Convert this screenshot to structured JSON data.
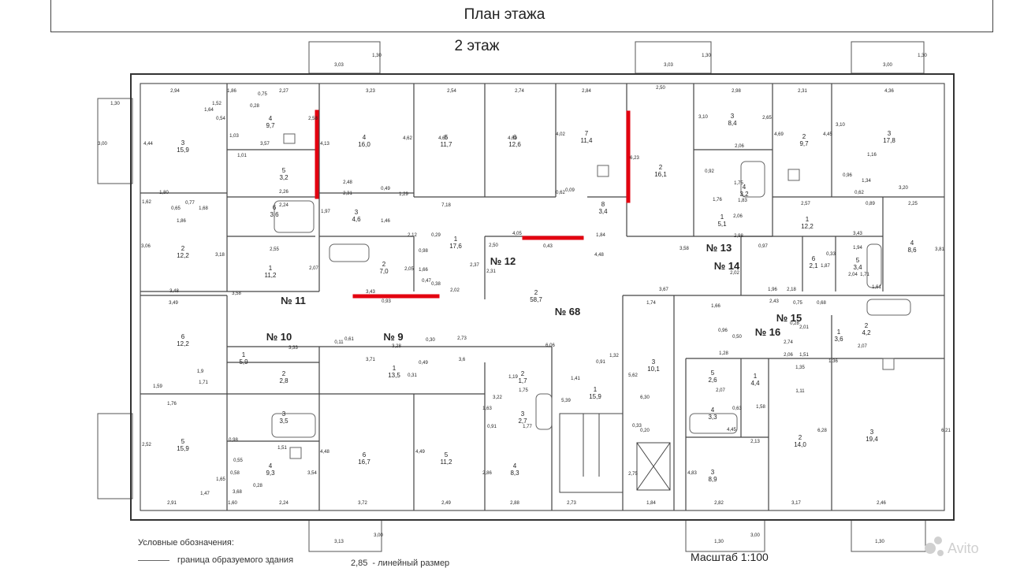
{
  "header": {
    "title": "План этажа"
  },
  "floor_label": "2 этаж",
  "apartments": [
    {
      "label": "№ 11"
    },
    {
      "label": "№ 12"
    },
    {
      "label": "№ 13"
    },
    {
      "label": "№ 14"
    },
    {
      "label": "№ 10"
    },
    {
      "label": "№ 9"
    },
    {
      "label": "№ 68"
    },
    {
      "label": "№ 15"
    },
    {
      "label": "№ 16"
    }
  ],
  "rooms": [
    {
      "num": "3",
      "area": "15,9"
    },
    {
      "num": "4",
      "area": "9,7"
    },
    {
      "num": "5",
      "area": "3,2"
    },
    {
      "num": "6",
      "area": "3,6"
    },
    {
      "num": "2",
      "area": "12,2"
    },
    {
      "num": "1",
      "area": "11,2"
    },
    {
      "num": "4",
      "area": "16,0"
    },
    {
      "num": "3",
      "area": "4,6"
    },
    {
      "num": "2",
      "area": "7,0"
    },
    {
      "num": "5",
      "area": "11,7"
    },
    {
      "num": "6",
      "area": "12,6"
    },
    {
      "num": "1",
      "area": "17,6"
    },
    {
      "num": "7",
      "area": "11,4"
    },
    {
      "num": "8",
      "area": "3,4"
    },
    {
      "num": "2",
      "area": "16,1"
    },
    {
      "num": "3",
      "area": "8,4"
    },
    {
      "num": "4",
      "area": "3,2"
    },
    {
      "num": "1",
      "area": "5,1"
    },
    {
      "num": "2",
      "area": "9,7"
    },
    {
      "num": "3",
      "area": "17,8"
    },
    {
      "num": "1",
      "area": "12,2"
    },
    {
      "num": "4",
      "area": "8,6"
    },
    {
      "num": "6",
      "area": "2,1"
    },
    {
      "num": "5",
      "area": "3,4"
    },
    {
      "num": "2",
      "area": "58,7"
    },
    {
      "num": "6",
      "area": "12,2"
    },
    {
      "num": "1",
      "area": "5,9"
    },
    {
      "num": "2",
      "area": "2,8"
    },
    {
      "num": "3",
      "area": "3,5"
    },
    {
      "num": "5",
      "area": "15,9"
    },
    {
      "num": "4",
      "area": "9,3"
    },
    {
      "num": "1",
      "area": "13,5"
    },
    {
      "num": "6",
      "area": "16,7"
    },
    {
      "num": "5",
      "area": "11,2"
    },
    {
      "num": "2",
      "area": "1,7"
    },
    {
      "num": "3",
      "area": "2,7"
    },
    {
      "num": "4",
      "area": "8,3"
    },
    {
      "num": "1",
      "area": "15,9"
    },
    {
      "num": "3",
      "area": "10,1"
    },
    {
      "num": "5",
      "area": "2,6"
    },
    {
      "num": "4",
      "area": "3,3"
    },
    {
      "num": "3",
      "area": "8,9"
    },
    {
      "num": "1",
      "area": "4,4"
    },
    {
      "num": "2",
      "area": "14,0"
    },
    {
      "num": "1",
      "area": "3,6"
    },
    {
      "num": "2",
      "area": "4,2"
    },
    {
      "num": "3",
      "area": "19,4"
    }
  ],
  "dims": [
    "3,03",
    "1,30",
    "3,03",
    "1,30",
    "3,00",
    "1,30",
    "1,30",
    "3,00",
    "2,94",
    "1,86",
    "2,27",
    "3,23",
    "2,54",
    "2,74",
    "2,84",
    "2,50",
    "2,98",
    "2,31",
    "4,36",
    "4,44",
    "1,64",
    "1,52",
    "0,54",
    "0,75",
    "0,28",
    "3,57",
    "1,03",
    "1,01",
    "2,26",
    "1,80",
    "2,24",
    "1,62",
    "0,65",
    "0,77",
    "1,68",
    "1,86",
    "3,48",
    "3,06",
    "3,18",
    "2,55",
    "2,07",
    "4,13",
    "2,58",
    "4,62",
    "4,60",
    "4,60",
    "4,02",
    "6,23",
    "2,48",
    "2,31",
    "0,49",
    "1,29",
    "7,18",
    "0,62",
    "0,09",
    "1,97",
    "1,46",
    "2,12",
    "0,29",
    "0,98",
    "1,66",
    "2,05",
    "0,47",
    "0,38",
    "2,02",
    "3,43",
    "0,93",
    "2,37",
    "2,31",
    "2,50",
    "4,05",
    "0,43",
    "1,84",
    "4,48",
    "3,58",
    "2,06",
    "0,92",
    "1,75",
    "1,76",
    "1,83",
    "2,06",
    "2,98",
    "0,97",
    "3,10",
    "2,65",
    "4,69",
    "4,45",
    "3,10",
    "1,16",
    "0,96",
    "0,62",
    "1,34",
    "3,20",
    "2,57",
    "0,89",
    "2,25",
    "3,43",
    "1,94",
    "0,33",
    "1,87",
    "2,04",
    "1,71",
    "1,61",
    "2,02",
    "1,96",
    "2,18",
    "2,43",
    "3,81",
    "3,49",
    "3,58",
    "1,74",
    "3,67",
    "1,66",
    "0,96",
    "0,50",
    "0,75",
    "0,68",
    "0,28",
    "2,01",
    "2,74",
    "2,06",
    "1,51",
    "2,07",
    "3,33",
    "0,11",
    "0,61",
    "3,28",
    "0,30",
    "2,73",
    "6,06",
    "3,71",
    "3,6",
    "1,59",
    "1,9",
    "1,71",
    "1,76",
    "0,49",
    "0,31",
    "1,32",
    "0,91",
    "1,41",
    "5,39",
    "5,62",
    "6,30",
    "1,19",
    "1,75",
    "3,22",
    "1,63",
    "0,91",
    "1,77",
    "2,07",
    "1,28",
    "1,11",
    "1,35",
    "1,36",
    "6,28",
    "6,21",
    "4,48",
    "4,49",
    "2,86",
    "2,88",
    "3,72",
    "2,49",
    "2,73",
    "1,84",
    "2,75",
    "0,33",
    "0,20",
    "2,91",
    "1,60",
    "2,24",
    "0,58",
    "0,28",
    "3,68",
    "1,47",
    "1,65",
    "0,55",
    "0,98",
    "1,51",
    "3,54",
    "2,52",
    "4,45",
    "0,63",
    "1,58",
    "2,13",
    "4,83",
    "2,82",
    "3,17",
    "2,46",
    "3,13",
    "3,00",
    "1,30",
    "3,00",
    "1,30"
  ],
  "legend": {
    "heading": "Условные обозначения:",
    "boundary_label": "граница образуемого здания",
    "dimension_sample": "2,85",
    "dimension_label": "- линейный размер"
  },
  "scale": "Масштаб 1:100",
  "watermark": "Avito",
  "colors": {
    "partition_marks": "#e3000f",
    "walls": "#333333",
    "text": "#222222"
  }
}
